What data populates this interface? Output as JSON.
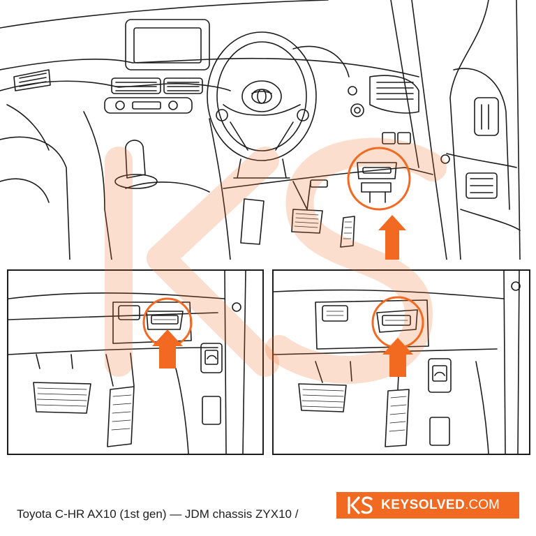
{
  "caption": "Toyota C-HR AX10 (1st gen) — JDM chassis ZYX10 /",
  "brand": {
    "name": "KEYSOLVED",
    "tld": ".COM"
  },
  "watermark_text": "KS",
  "colors": {
    "accent": "#f26a21",
    "line": "#1c1c1c",
    "watermark": "#f7d3bd",
    "background": "#ffffff"
  },
  "icons": [
    "obd-port-highlight-circle",
    "pointer-arrow-icon",
    "toyota-logo",
    "steering-wheel",
    "pedal",
    "hood-release-icon",
    "keysolved-logo-icon"
  ]
}
